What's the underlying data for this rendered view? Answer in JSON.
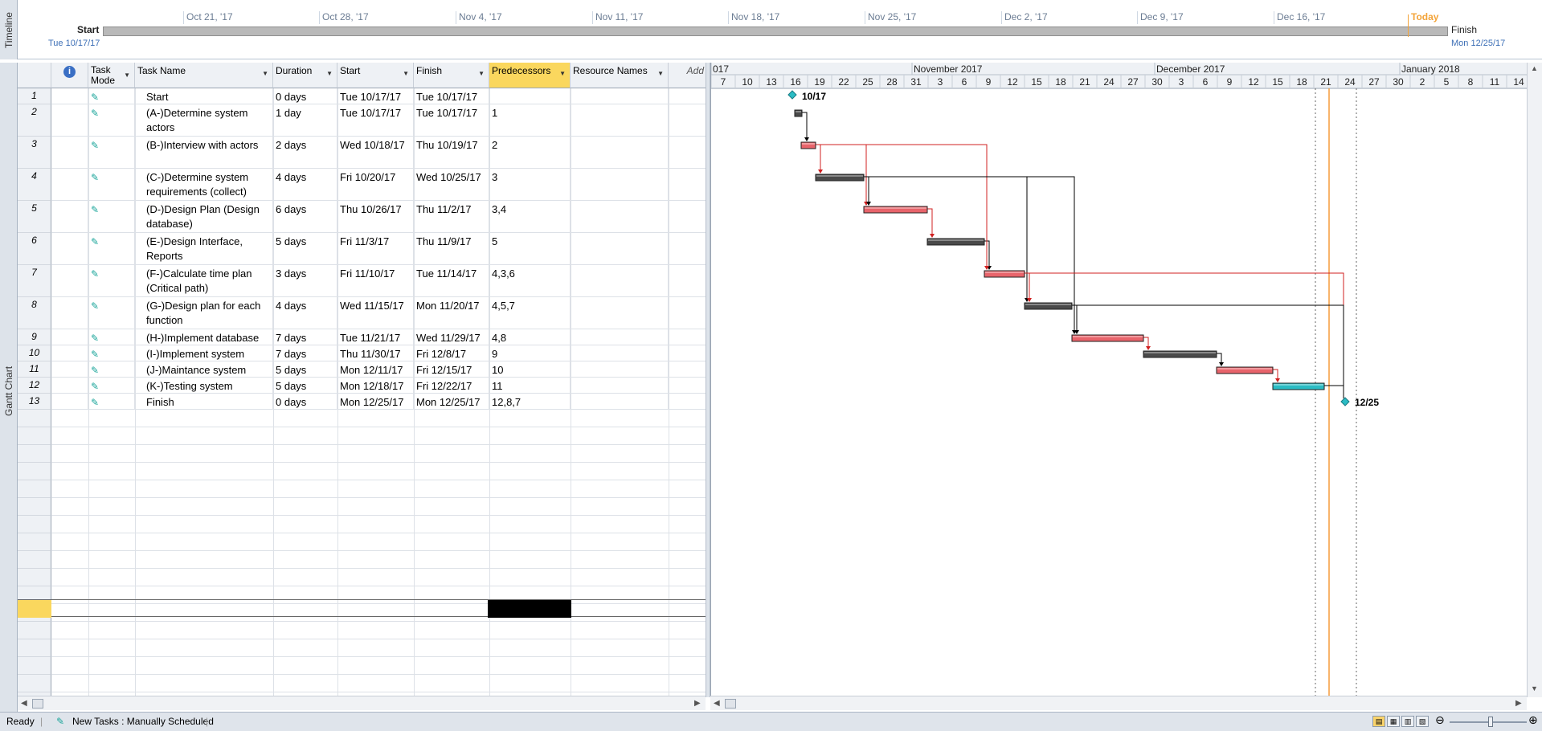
{
  "timeline": {
    "side_label": "Timeline",
    "ticks": [
      "Oct 21, '17",
      "Oct 28, '17",
      "Nov 4, '17",
      "Nov 11, '17",
      "Nov 18, '17",
      "Nov 25, '17",
      "Dec 2, '17",
      "Dec 9, '17",
      "Dec 16, '17"
    ],
    "today_label": "Today",
    "start_label": "Start",
    "start_date": "Tue 10/17/17",
    "finish_label": "Finish",
    "finish_date": "Mon 12/25/17"
  },
  "gantt_side_label": "Gantt Chart",
  "columns": {
    "info": "i",
    "task_mode": "Task Mode",
    "task_name": "Task Name",
    "duration": "Duration",
    "start": "Start",
    "finish": "Finish",
    "predecessors": "Predecessors",
    "resource_names": "Resource Names",
    "add_new": "Add N"
  },
  "tasks": [
    {
      "id": "1",
      "name": "Start",
      "duration": "0 days",
      "start": "Tue 10/17/17",
      "finish": "Tue 10/17/17",
      "pred": ""
    },
    {
      "id": "2",
      "name": "(A-)Determine system actors",
      "duration": "1 day",
      "start": "Tue 10/17/17",
      "finish": "Tue 10/17/17",
      "pred": "1"
    },
    {
      "id": "3",
      "name": "(B-)Interview with actors",
      "duration": "2 days",
      "start": "Wed 10/18/17",
      "finish": "Thu 10/19/17",
      "pred": "2"
    },
    {
      "id": "4",
      "name": "(C-)Determine system requirements (collect)",
      "duration": "4 days",
      "start": "Fri 10/20/17",
      "finish": "Wed 10/25/17",
      "pred": "3"
    },
    {
      "id": "5",
      "name": "(D-)Design Plan (Design database)",
      "duration": "6 days",
      "start": "Thu 10/26/17",
      "finish": "Thu 11/2/17",
      "pred": "3,4"
    },
    {
      "id": "6",
      "name": "(E-)Design Interface, Reports",
      "duration": "5 days",
      "start": "Fri 11/3/17",
      "finish": "Thu 11/9/17",
      "pred": "5"
    },
    {
      "id": "7",
      "name": "(F-)Calculate time plan (Critical path)",
      "duration": "3 days",
      "start": "Fri 11/10/17",
      "finish": "Tue 11/14/17",
      "pred": "4,3,6"
    },
    {
      "id": "8",
      "name": "(G-)Design plan for each function",
      "duration": "4 days",
      "start": "Wed 11/15/17",
      "finish": "Mon 11/20/17",
      "pred": "4,5,7"
    },
    {
      "id": "9",
      "name": "(H-)Implement database",
      "duration": "7 days",
      "start": "Tue 11/21/17",
      "finish": "Wed 11/29/17",
      "pred": "4,8"
    },
    {
      "id": "10",
      "name": "(I-)Implement system",
      "duration": "7 days",
      "start": "Thu 11/30/17",
      "finish": "Fri 12/8/17",
      "pred": "9"
    },
    {
      "id": "11",
      "name": "(J-)Maintance system",
      "duration": "5 days",
      "start": "Mon 12/11/17",
      "finish": "Fri 12/15/17",
      "pred": "10"
    },
    {
      "id": "12",
      "name": "(K-)Testing system",
      "duration": "5 days",
      "start": "Mon 12/18/17",
      "finish": "Fri 12/22/17",
      "pred": "11"
    },
    {
      "id": "13",
      "name": "Finish",
      "duration": "0 days",
      "start": "Mon 12/25/17",
      "finish": "Mon 12/25/17",
      "pred": "12,8,7"
    }
  ],
  "gantt": {
    "months": [
      "017",
      "November 2017",
      "December 2017",
      "January 2018"
    ],
    "days": [
      "7",
      "10",
      "13",
      "16",
      "19",
      "22",
      "25",
      "28",
      "31",
      "3",
      "6",
      "9",
      "12",
      "15",
      "18",
      "21",
      "24",
      "27",
      "30",
      "3",
      "6",
      "9",
      "12",
      "15",
      "18",
      "21",
      "24",
      "27",
      "30",
      "2",
      "5",
      "8",
      "11",
      "14"
    ],
    "start_milestone_label": "10/17",
    "finish_milestone_label": "12/25",
    "bars": [
      {
        "row": 2,
        "color": "dark"
      },
      {
        "row": 3,
        "color": "red"
      },
      {
        "row": 4,
        "color": "dark"
      },
      {
        "row": 5,
        "color": "red"
      },
      {
        "row": 6,
        "color": "dark"
      },
      {
        "row": 7,
        "color": "red"
      },
      {
        "row": 8,
        "color": "dark"
      },
      {
        "row": 9,
        "color": "red"
      },
      {
        "row": 10,
        "color": "dark"
      },
      {
        "row": 11,
        "color": "red"
      },
      {
        "row": 12,
        "color": "teal"
      }
    ],
    "colors": {
      "red": "#e8646b",
      "dark": "#4a4a4a",
      "teal": "#2bbcc4",
      "today": "#f59b3b",
      "milestone": "#2bbcc4"
    }
  },
  "status": {
    "ready": "Ready",
    "new_tasks": "New Tasks : Manually Scheduled"
  }
}
